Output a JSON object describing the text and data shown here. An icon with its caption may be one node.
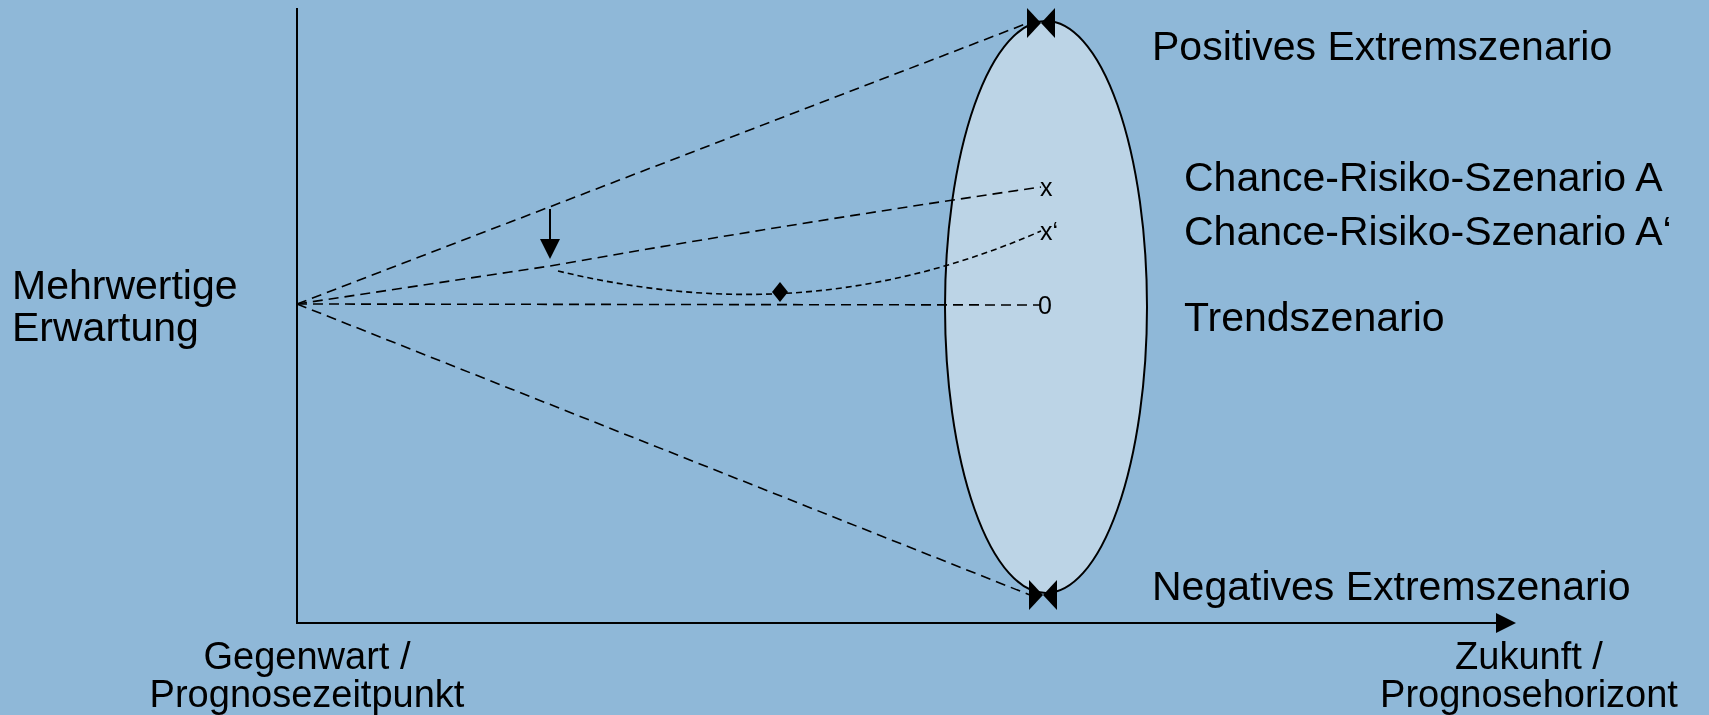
{
  "diagram": {
    "nodes": [
      {
        "text": [
          "Mehrwertige Erwartung"
        ]
      },
      {
        "text": [],
        "shape": "ellipse"
      },
      {
        "text": [],
        "shape": "bowtie"
      },
      {
        "text": [
          "x"
        ],
        "in": 1
      },
      {
        "text": [
          "x‘"
        ],
        "in": 1
      },
      {
        "text": [
          "0"
        ],
        "in": 1
      },
      {
        "text": [],
        "shape": "bowtie"
      }
    ],
    "edges": [
      {
        "from": null,
        "to": 2,
        "arrow": "none",
        "style": "dashed"
      },
      {
        "from": null,
        "to": 3,
        "arrow": "none",
        "style": "dashed"
      },
      {
        "from": null,
        "to": 4,
        "arrow": "none",
        "style": "dashed"
      },
      {
        "from": null,
        "to": 5,
        "arrow": "none",
        "style": "dashed"
      },
      {
        "from": null,
        "to": 6,
        "arrow": "none",
        "style": "dashed"
      }
    ],
    "labels": [
      "Positives Extremszenario",
      "Chance-Risiko-Szenario A",
      "Chance-Risiko-Szenario A‘",
      "Trendszenario",
      "Negatives Extremszenario",
      "Gegenwart / Prognosezeitpunkt",
      "Zukunft / Prognosehorizont"
    ]
  }
}
